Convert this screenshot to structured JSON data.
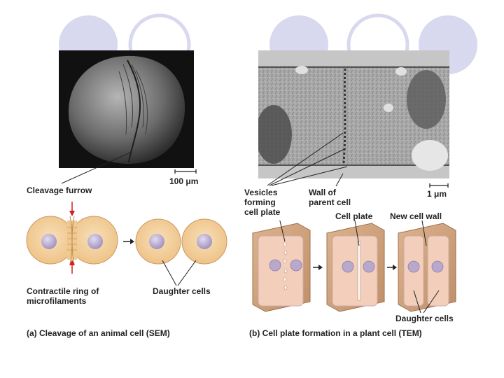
{
  "panel_a": {
    "scale_bar": "100 μm",
    "cleavage_furrow_label": "Cleavage furrow",
    "contractile_ring_label": "Contractile ring of\nmicrofilaments",
    "daughter_cells_label": "Daughter cells",
    "caption": "(a) Cleavage of an animal cell (SEM)"
  },
  "panel_b": {
    "scale_bar": "1 μm",
    "vesicles_label": "Vesicles\nforming\ncell plate",
    "wall_of_parent_label": "Wall of\nparent cell",
    "cell_plate_label": "Cell plate",
    "new_cell_wall_label": "New cell wall",
    "daughter_cells_label": "Daughter cells",
    "caption": "(b) Cell plate formation in a plant cell (TEM)"
  },
  "colors": {
    "circle_outline": "#d8d8ee",
    "animal_cell_fill": "#f2cf9a",
    "nucleus_fill": "#b8a8cc",
    "plant_wall": "#cfa27c",
    "plant_cytoplasm": "#f1c9b4",
    "arrow_red": "#d02020",
    "text": "#222222"
  }
}
